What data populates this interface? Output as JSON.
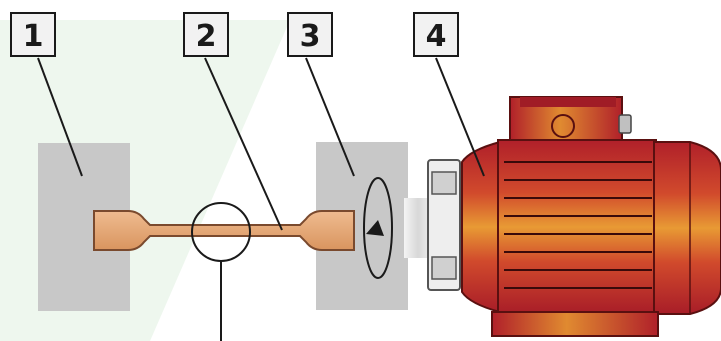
{
  "labels": [
    "1",
    "2",
    "3",
    "4"
  ],
  "colors": {
    "background_triangle": "#eef7ee",
    "clamp_block": "#c8c8c8",
    "specimen": "#e3a679",
    "specimen_stroke": "#7a4a2e",
    "motor_dark": "#b0202a",
    "motor_mid": "#d4602a",
    "motor_light": "#e8a030",
    "coupling": "#e6e6e6",
    "outline": "#1a1a1a",
    "label_box_fill": "#f2f2f2"
  },
  "icons": [
    "rotation-arrow-icon",
    "magnifier-circle-icon"
  ]
}
